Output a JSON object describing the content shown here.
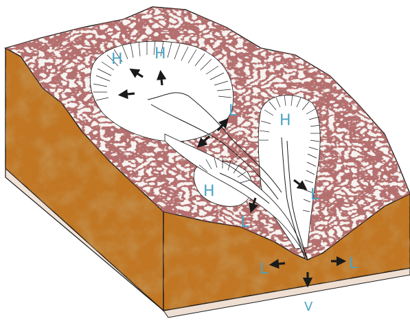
{
  "diagram": {
    "labels": [
      {
        "id": "h1",
        "text": "H"
      },
      {
        "id": "h2",
        "text": "H"
      },
      {
        "id": "h3",
        "text": "H"
      },
      {
        "id": "h4",
        "text": "H"
      },
      {
        "id": "l1",
        "text": "L"
      },
      {
        "id": "l2",
        "text": "L"
      },
      {
        "id": "l3",
        "text": "L"
      },
      {
        "id": "l4",
        "text": "L"
      },
      {
        "id": "l5",
        "text": "L"
      },
      {
        "id": "v",
        "text": "V"
      }
    ],
    "colors": {
      "label": "#4aa3c6",
      "soil": "#b86a1c",
      "soil_dark": "#7a3a10",
      "surface": "#f4f1ee",
      "speckle": "#6b1f1f",
      "outline": "#1a1a1a",
      "base": "#efe0d5"
    }
  }
}
